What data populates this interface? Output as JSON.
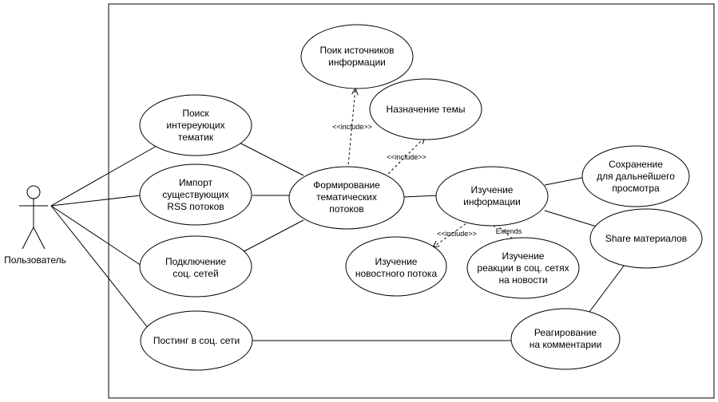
{
  "actor": {
    "label": "Пользователь"
  },
  "use_cases": {
    "search_topics": {
      "line1": "Поиск",
      "line2": "интереуюцих",
      "line3": "тематик"
    },
    "import_rss": {
      "line1": "Импорт",
      "line2": "существующих",
      "line3": "RSS потоков"
    },
    "connect_social": {
      "line1": "Подключение",
      "line2": "соц. сетей"
    },
    "post_social": {
      "line1": "Постинг в соц. сети"
    },
    "form_streams": {
      "line1": "Формирование",
      "line2": "тематических",
      "line3": "потоков"
    },
    "find_sources": {
      "line1": "Поик источников",
      "line2": "информации"
    },
    "assign_topic": {
      "line1": "Назначение темы"
    },
    "study_info": {
      "line1": "Изучение",
      "line2": "информации"
    },
    "study_news": {
      "line1": "Изучение",
      "line2": "новостного потока"
    },
    "study_reactions": {
      "line1": "Изучение",
      "line2": "реакции в соц. сетях",
      "line3": "на новости"
    },
    "save_later": {
      "line1": "Сохранение",
      "line2": "для дальнейшего",
      "line3": "просмотра"
    },
    "share": {
      "line1": "Share материалов"
    },
    "react_comments": {
      "line1": "Реагирование",
      "line2": "на комментарии"
    }
  },
  "relations": {
    "include_sources": "<<include>>",
    "include_topic": "<<include>>",
    "include_news": "<<include>>",
    "extends_reactions": "Extends"
  },
  "colors": {
    "stroke": "#000000",
    "background": "#ffffff"
  }
}
